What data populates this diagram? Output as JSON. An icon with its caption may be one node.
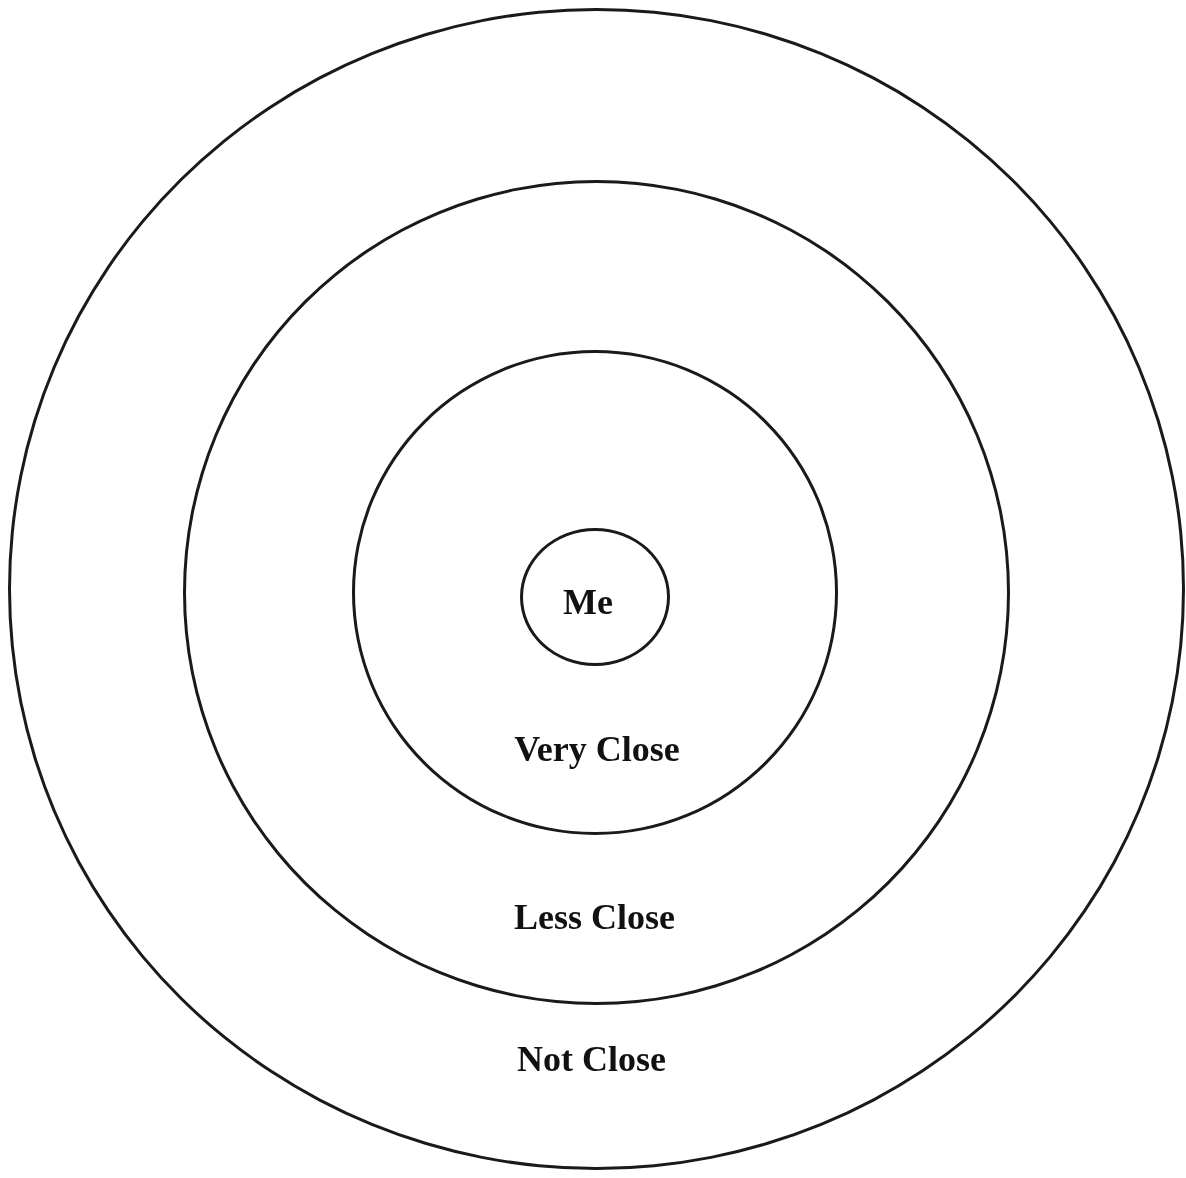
{
  "diagram": {
    "nodes": [
      {
        "text": [
          "Not Close"
        ]
      },
      {
        "text": [
          "Less Close"
        ],
        "in": 0
      },
      {
        "text": [
          "Very Close"
        ],
        "in": 1
      },
      {
        "text": [
          "Me"
        ],
        "in": 2
      }
    ]
  }
}
